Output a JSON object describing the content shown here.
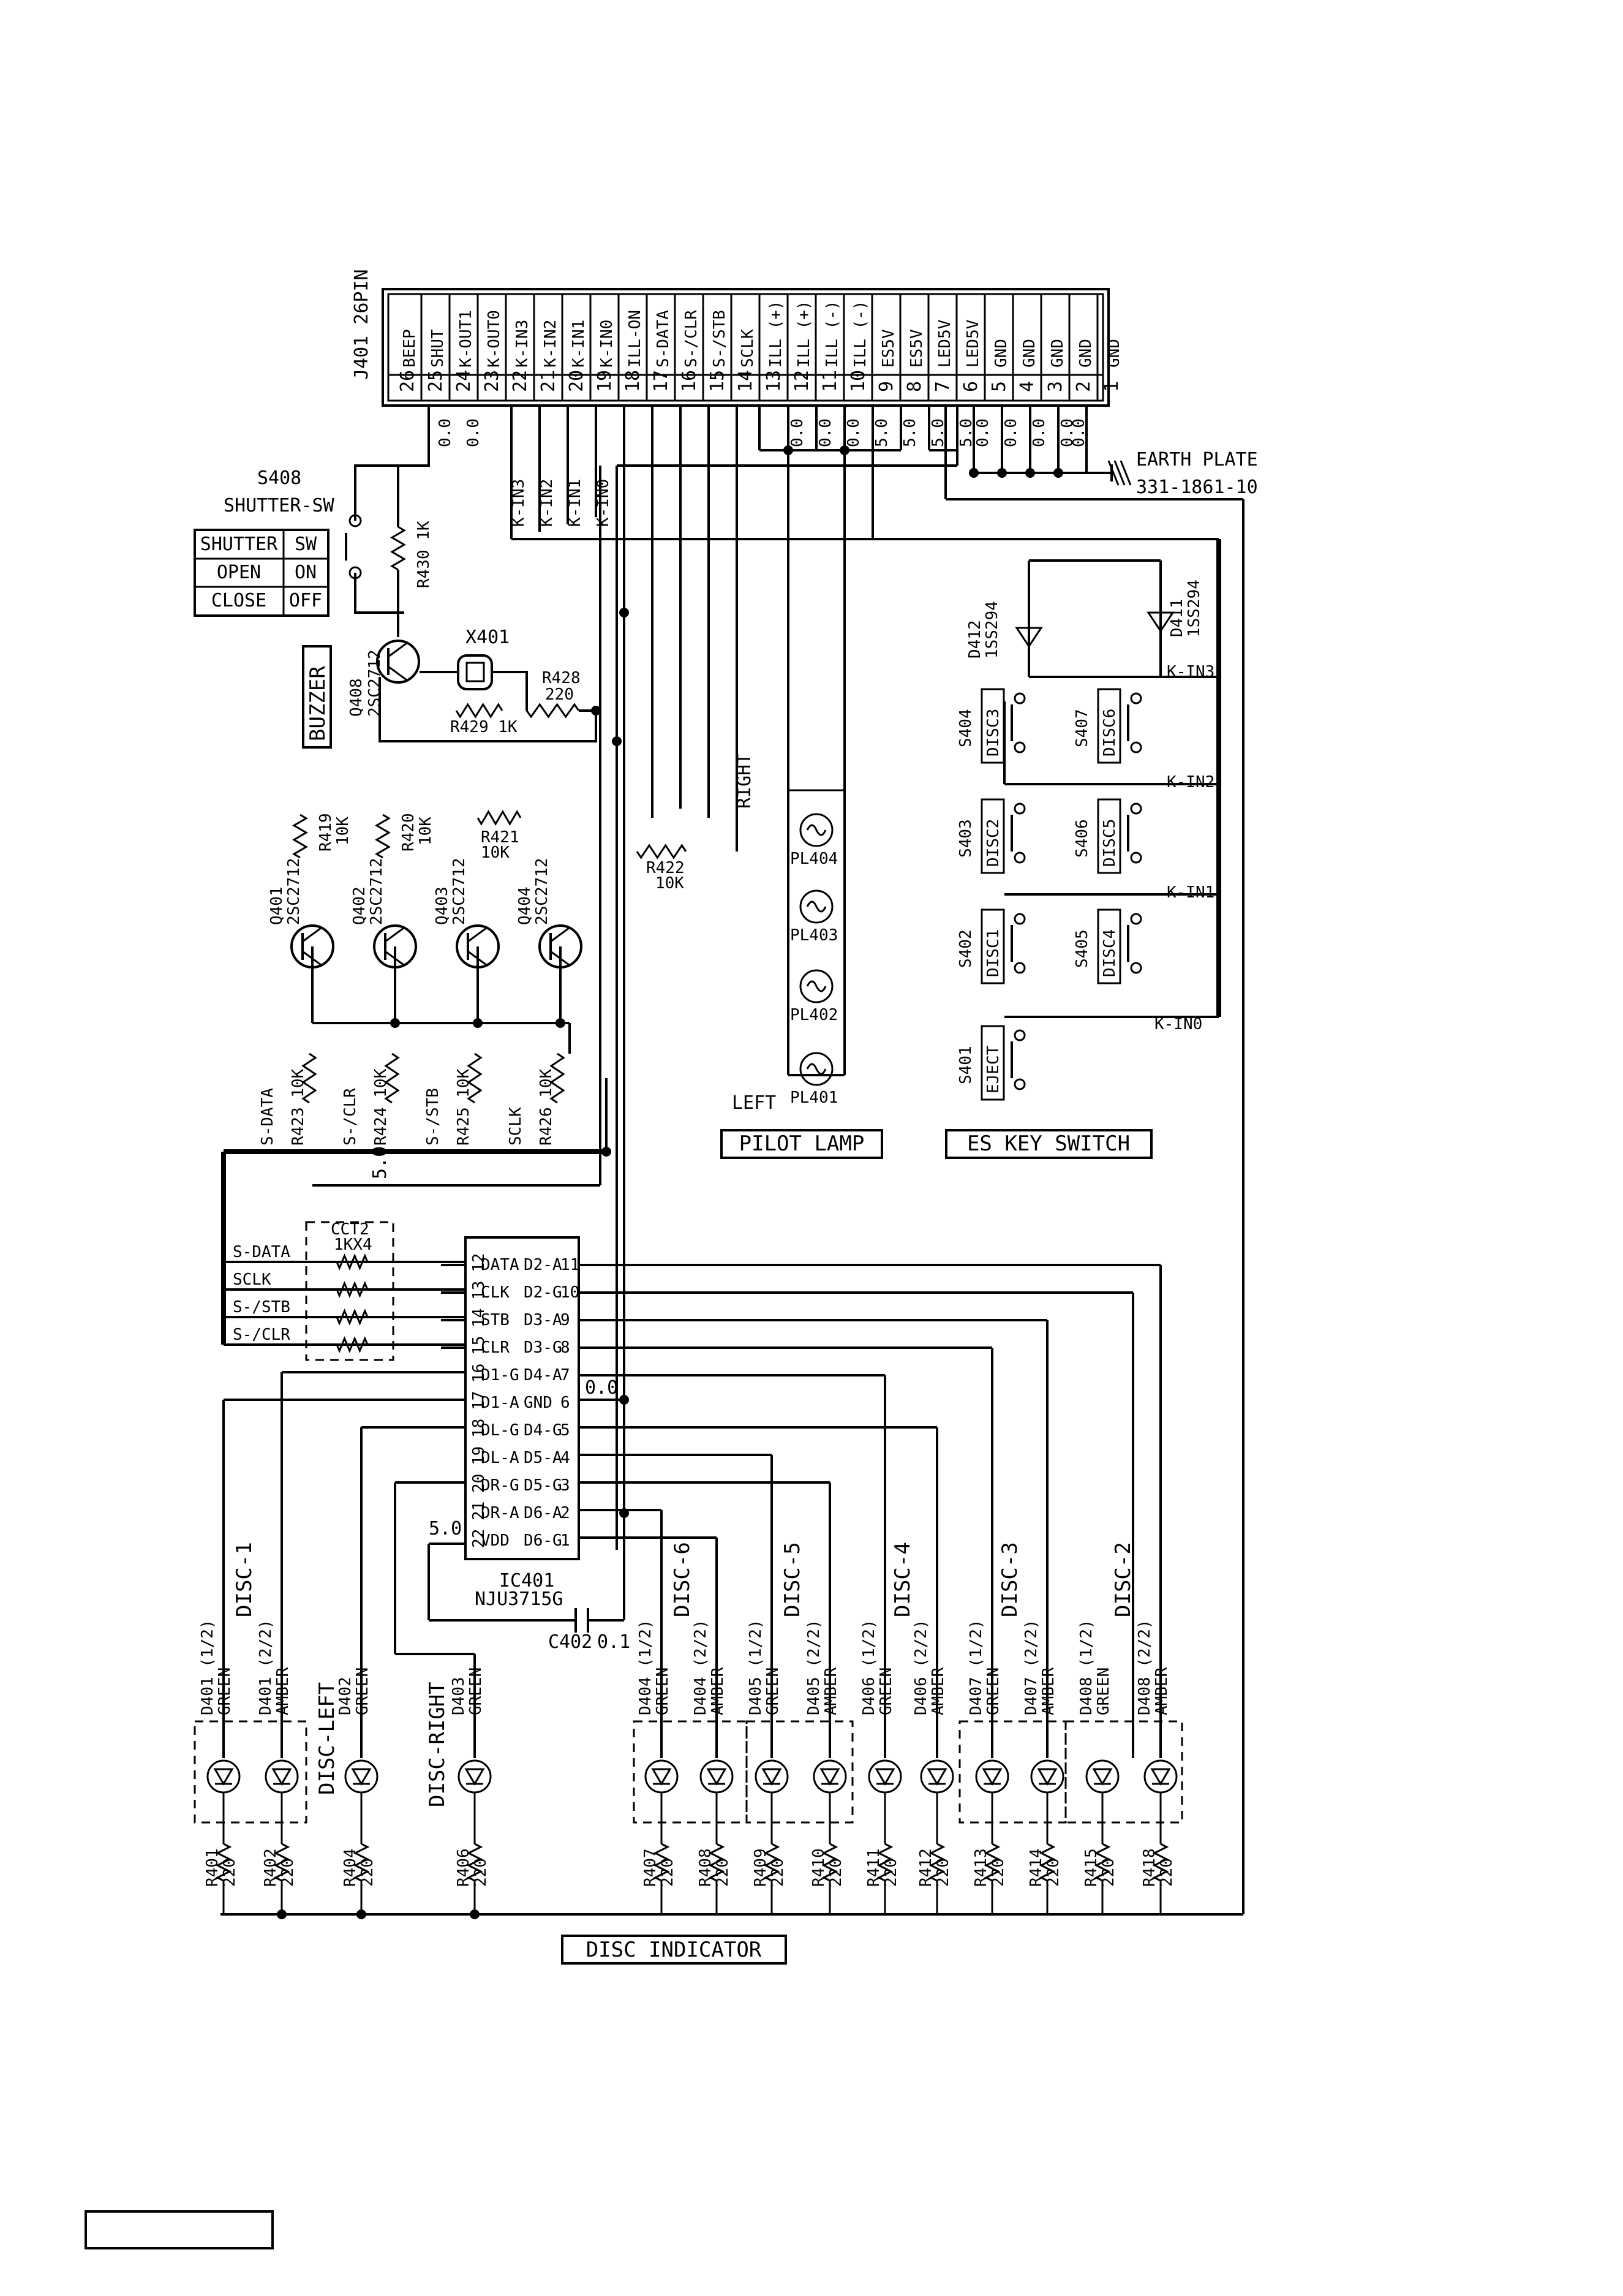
{
  "connector": {
    "ref": "J401 26PIN",
    "pins": [
      {
        "no": "26",
        "name": "BEEP"
      },
      {
        "no": "25",
        "name": "SHUT"
      },
      {
        "no": "24",
        "name": "K-OUT1"
      },
      {
        "no": "23",
        "name": "K-OUT0"
      },
      {
        "no": "22",
        "name": "K-IN3"
      },
      {
        "no": "21",
        "name": "K-IN2"
      },
      {
        "no": "20",
        "name": "K-IN1"
      },
      {
        "no": "19",
        "name": "K-IN0"
      },
      {
        "no": "18",
        "name": "ILL-ON"
      },
      {
        "no": "17",
        "name": "S-DATA"
      },
      {
        "no": "16",
        "name": "S-/CLR"
      },
      {
        "no": "15",
        "name": "S-/STB"
      },
      {
        "no": "14",
        "name": "SCLK"
      },
      {
        "no": "13",
        "name": "ILL (+)"
      },
      {
        "no": "12",
        "name": "ILL (+)"
      },
      {
        "no": "11",
        "name": "ILL (-)"
      },
      {
        "no": "10",
        "name": "ILL (-)"
      },
      {
        "no": "9",
        "name": "ES5V"
      },
      {
        "no": "8",
        "name": "ES5V"
      },
      {
        "no": "7",
        "name": "LED5V"
      },
      {
        "no": "6",
        "name": "LED5V"
      },
      {
        "no": "5",
        "name": "GND"
      },
      {
        "no": "4",
        "name": "GND"
      },
      {
        "no": "3",
        "name": "GND"
      },
      {
        "no": "2",
        "name": "GND"
      },
      {
        "no": "1",
        "name": "GND"
      }
    ],
    "voltages": [
      "0.0",
      "0.0",
      "0.0",
      "0.0",
      "0.0",
      "5.0",
      "5.0",
      "5.0",
      "5.0",
      "0.0",
      "0.0",
      "0.0",
      "0.0",
      "0.0"
    ]
  },
  "earth": {
    "label": "EARTH PLATE",
    "part": "331-1861-10"
  },
  "shutter": {
    "ref": "S408",
    "name": "SHUTTER-SW",
    "table": [
      [
        "SHUTTER",
        "SW"
      ],
      [
        "OPEN",
        "ON"
      ],
      [
        "CLOSE",
        "OFF"
      ]
    ]
  },
  "buzzer": {
    "label": "BUZZER",
    "x_ref": "X401",
    "q_ref": "Q408",
    "q_part": "2SC2712",
    "r430": "R430 1K",
    "r428": "R428",
    "r428_val": "220",
    "r429": "R429 1K"
  },
  "knet": [
    "K-IN3",
    "K-IN2",
    "K-IN1",
    "K-IN0"
  ],
  "drivers": [
    {
      "q": "Q401",
      "part": "2SC2712",
      "r": "R419",
      "rv": "10K"
    },
    {
      "q": "Q402",
      "part": "2SC2712",
      "r": "R420",
      "rv": "10K"
    },
    {
      "q": "Q403",
      "part": "2SC2712",
      "r": "R421",
      "rv": "10K"
    },
    {
      "q": "Q404",
      "part": "2SC2712",
      "r": "R422",
      "rv": "10K"
    }
  ],
  "pullups": [
    {
      "sig": "S-DATA",
      "r": "R423 10K"
    },
    {
      "sig": "S-/CLR",
      "r": "R424 10K"
    },
    {
      "sig": "S-/STB",
      "r": "R425 10K"
    },
    {
      "sig": "SCLK",
      "r": "R426 10K"
    }
  ],
  "v50": "5.0",
  "v00": "0.0",
  "cct": {
    "ref": "CCT2",
    "val": "1KX4",
    "sigs": [
      "S-DATA",
      "SCLK",
      "S-/STB",
      "S-/CLR"
    ]
  },
  "ic": {
    "ref": "IC401",
    "part": "NJU3715G",
    "left": [
      [
        "12",
        "DATA"
      ],
      [
        "13",
        "CLK"
      ],
      [
        "14",
        "STB"
      ],
      [
        "15",
        "CLR"
      ],
      [
        "16",
        "D1-G"
      ],
      [
        "17",
        "D1-A"
      ],
      [
        "18",
        "DL-G"
      ],
      [
        "19",
        "DL-A"
      ],
      [
        "20",
        "DR-G"
      ],
      [
        "21",
        "DR-A"
      ],
      [
        "22",
        "VDD"
      ]
    ],
    "right": [
      [
        "D2-A",
        "11"
      ],
      [
        "D2-G",
        "10"
      ],
      [
        "D3-A",
        "9"
      ],
      [
        "D3-G",
        "8"
      ],
      [
        "D4-A",
        "7"
      ],
      [
        "GND",
        "6"
      ],
      [
        "D4-G",
        "5"
      ],
      [
        "D5-A",
        "4"
      ],
      [
        "D5-G",
        "3"
      ],
      [
        "D6-A",
        "2"
      ],
      [
        "D6-G",
        "1"
      ]
    ]
  },
  "cap": {
    "ref": "C402",
    "val": "0.1"
  },
  "lamps": {
    "right": "RIGHT",
    "left": "LEFT",
    "items": [
      "PL404",
      "PL403",
      "PL402",
      "PL401"
    ],
    "title": "PILOT LAMP"
  },
  "keys": {
    "title": "ES KEY SWITCH",
    "diodes": [
      {
        "ref": "D412",
        "part": "1SS294"
      },
      {
        "ref": "D411",
        "part": "1SS294"
      }
    ],
    "switches": [
      {
        "ref": "S404",
        "name": "DISC3"
      },
      {
        "ref": "S407",
        "name": "DISC6"
      },
      {
        "ref": "S403",
        "name": "DISC2"
      },
      {
        "ref": "S406",
        "name": "DISC5"
      },
      {
        "ref": "S402",
        "name": "DISC1"
      },
      {
        "ref": "S405",
        "name": "DISC4"
      },
      {
        "ref": "S401",
        "name": "EJECT"
      }
    ]
  },
  "disc_groups": [
    "DISC-1",
    "DISC-6",
    "DISC-5",
    "DISC-4",
    "DISC-3",
    "DISC-2"
  ],
  "leds": [
    {
      "ref": "D401 (1/2)",
      "color": "GREEN"
    },
    {
      "ref": "D401 (2/2)",
      "color": "AMBER"
    },
    {
      "ref": "D402",
      "color": "GREEN"
    },
    {
      "ref": "D403",
      "color": "GREEN"
    },
    {
      "ref": "D404 (1/2)",
      "color": "GREEN"
    },
    {
      "ref": "D404 (2/2)",
      "color": "AMBER"
    },
    {
      "ref": "D405 (1/2)",
      "color": "GREEN"
    },
    {
      "ref": "D405 (2/2)",
      "color": "AMBER"
    },
    {
      "ref": "D406 (1/2)",
      "color": "GREEN"
    },
    {
      "ref": "D406 (2/2)",
      "color": "AMBER"
    },
    {
      "ref": "D407 (1/2)",
      "color": "GREEN"
    },
    {
      "ref": "D407 (2/2)",
      "color": "AMBER"
    },
    {
      "ref": "D408 (1/2)",
      "color": "GREEN"
    },
    {
      "ref": "D408 (2/2)",
      "color": "AMBER"
    }
  ],
  "side_labels": [
    "DISC-LEFT",
    "DISC-RIGHT"
  ],
  "resistors": [
    {
      "r": "R401",
      "v": "220"
    },
    {
      "r": "R402",
      "v": "220"
    },
    {
      "r": "R404",
      "v": "220"
    },
    {
      "r": "R406",
      "v": "220"
    },
    {
      "r": "R407",
      "v": "220"
    },
    {
      "r": "R408",
      "v": "220"
    },
    {
      "r": "R409",
      "v": "220"
    },
    {
      "r": "R410",
      "v": "220"
    },
    {
      "r": "R411",
      "v": "220"
    },
    {
      "r": "R412",
      "v": "220"
    },
    {
      "r": "R413",
      "v": "220"
    },
    {
      "r": "R414",
      "v": "220"
    },
    {
      "r": "R415",
      "v": "220"
    },
    {
      "r": "R418",
      "v": "220"
    }
  ],
  "disc_indicator": "DISC INDICATOR"
}
